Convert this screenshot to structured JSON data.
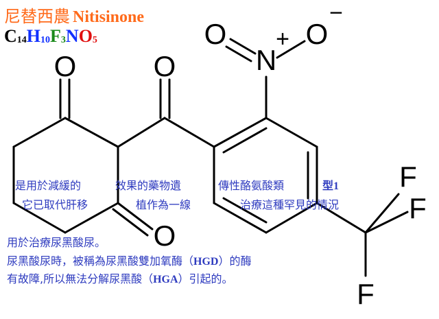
{
  "title": {
    "chinese_name": "尼替西農",
    "english_name": "Nitisinone"
  },
  "formula": {
    "parts": [
      {
        "symbol": "C",
        "count": "14",
        "color": "#000000"
      },
      {
        "symbol": "H",
        "count": "10",
        "color": "#1030ff"
      },
      {
        "symbol": "F",
        "count": "3",
        "color": "#1a8a1a"
      },
      {
        "symbol": "N",
        "count": "",
        "color": "#1030ff"
      },
      {
        "symbol": "O",
        "count": "5",
        "color": "#e01010"
      }
    ]
  },
  "structure": {
    "atoms": {
      "o_ketone_left": "O",
      "o_ketone_mid": "O",
      "o_ketone_bottom": "O",
      "o_nitro_double": "O",
      "n_nitro": "N",
      "o_nitro_single": "O",
      "plus_charge": "+",
      "minus_charge": "−",
      "f_top": "F",
      "f_right": "F",
      "f_bottom": "F"
    }
  },
  "captions": {
    "row1_a": "是用於減緩的",
    "row1_b": "效果的藥物遺",
    "row1_c": "傳性酪氨酸類",
    "row1_d": "型1",
    "row2_a": "它已取代肝移",
    "row2_b": "植作為一線",
    "row2_c": "治療這種罕見的情況",
    "line3": "用於治療尿黑酸尿。",
    "line4_pre": "尿黑酸尿時，被稱為尿黑酸雙加氧酶（",
    "line4_abbr": "HGD",
    "line4_post": "）的酶",
    "line5_pre": "有故障,所以無法分解尿黑酸（",
    "line5_abbr": "HGA",
    "line5_post": "）引起的。"
  },
  "colors": {
    "title": "#ff6a1a",
    "caption": "#2e3bbf",
    "bond": "#000000"
  }
}
